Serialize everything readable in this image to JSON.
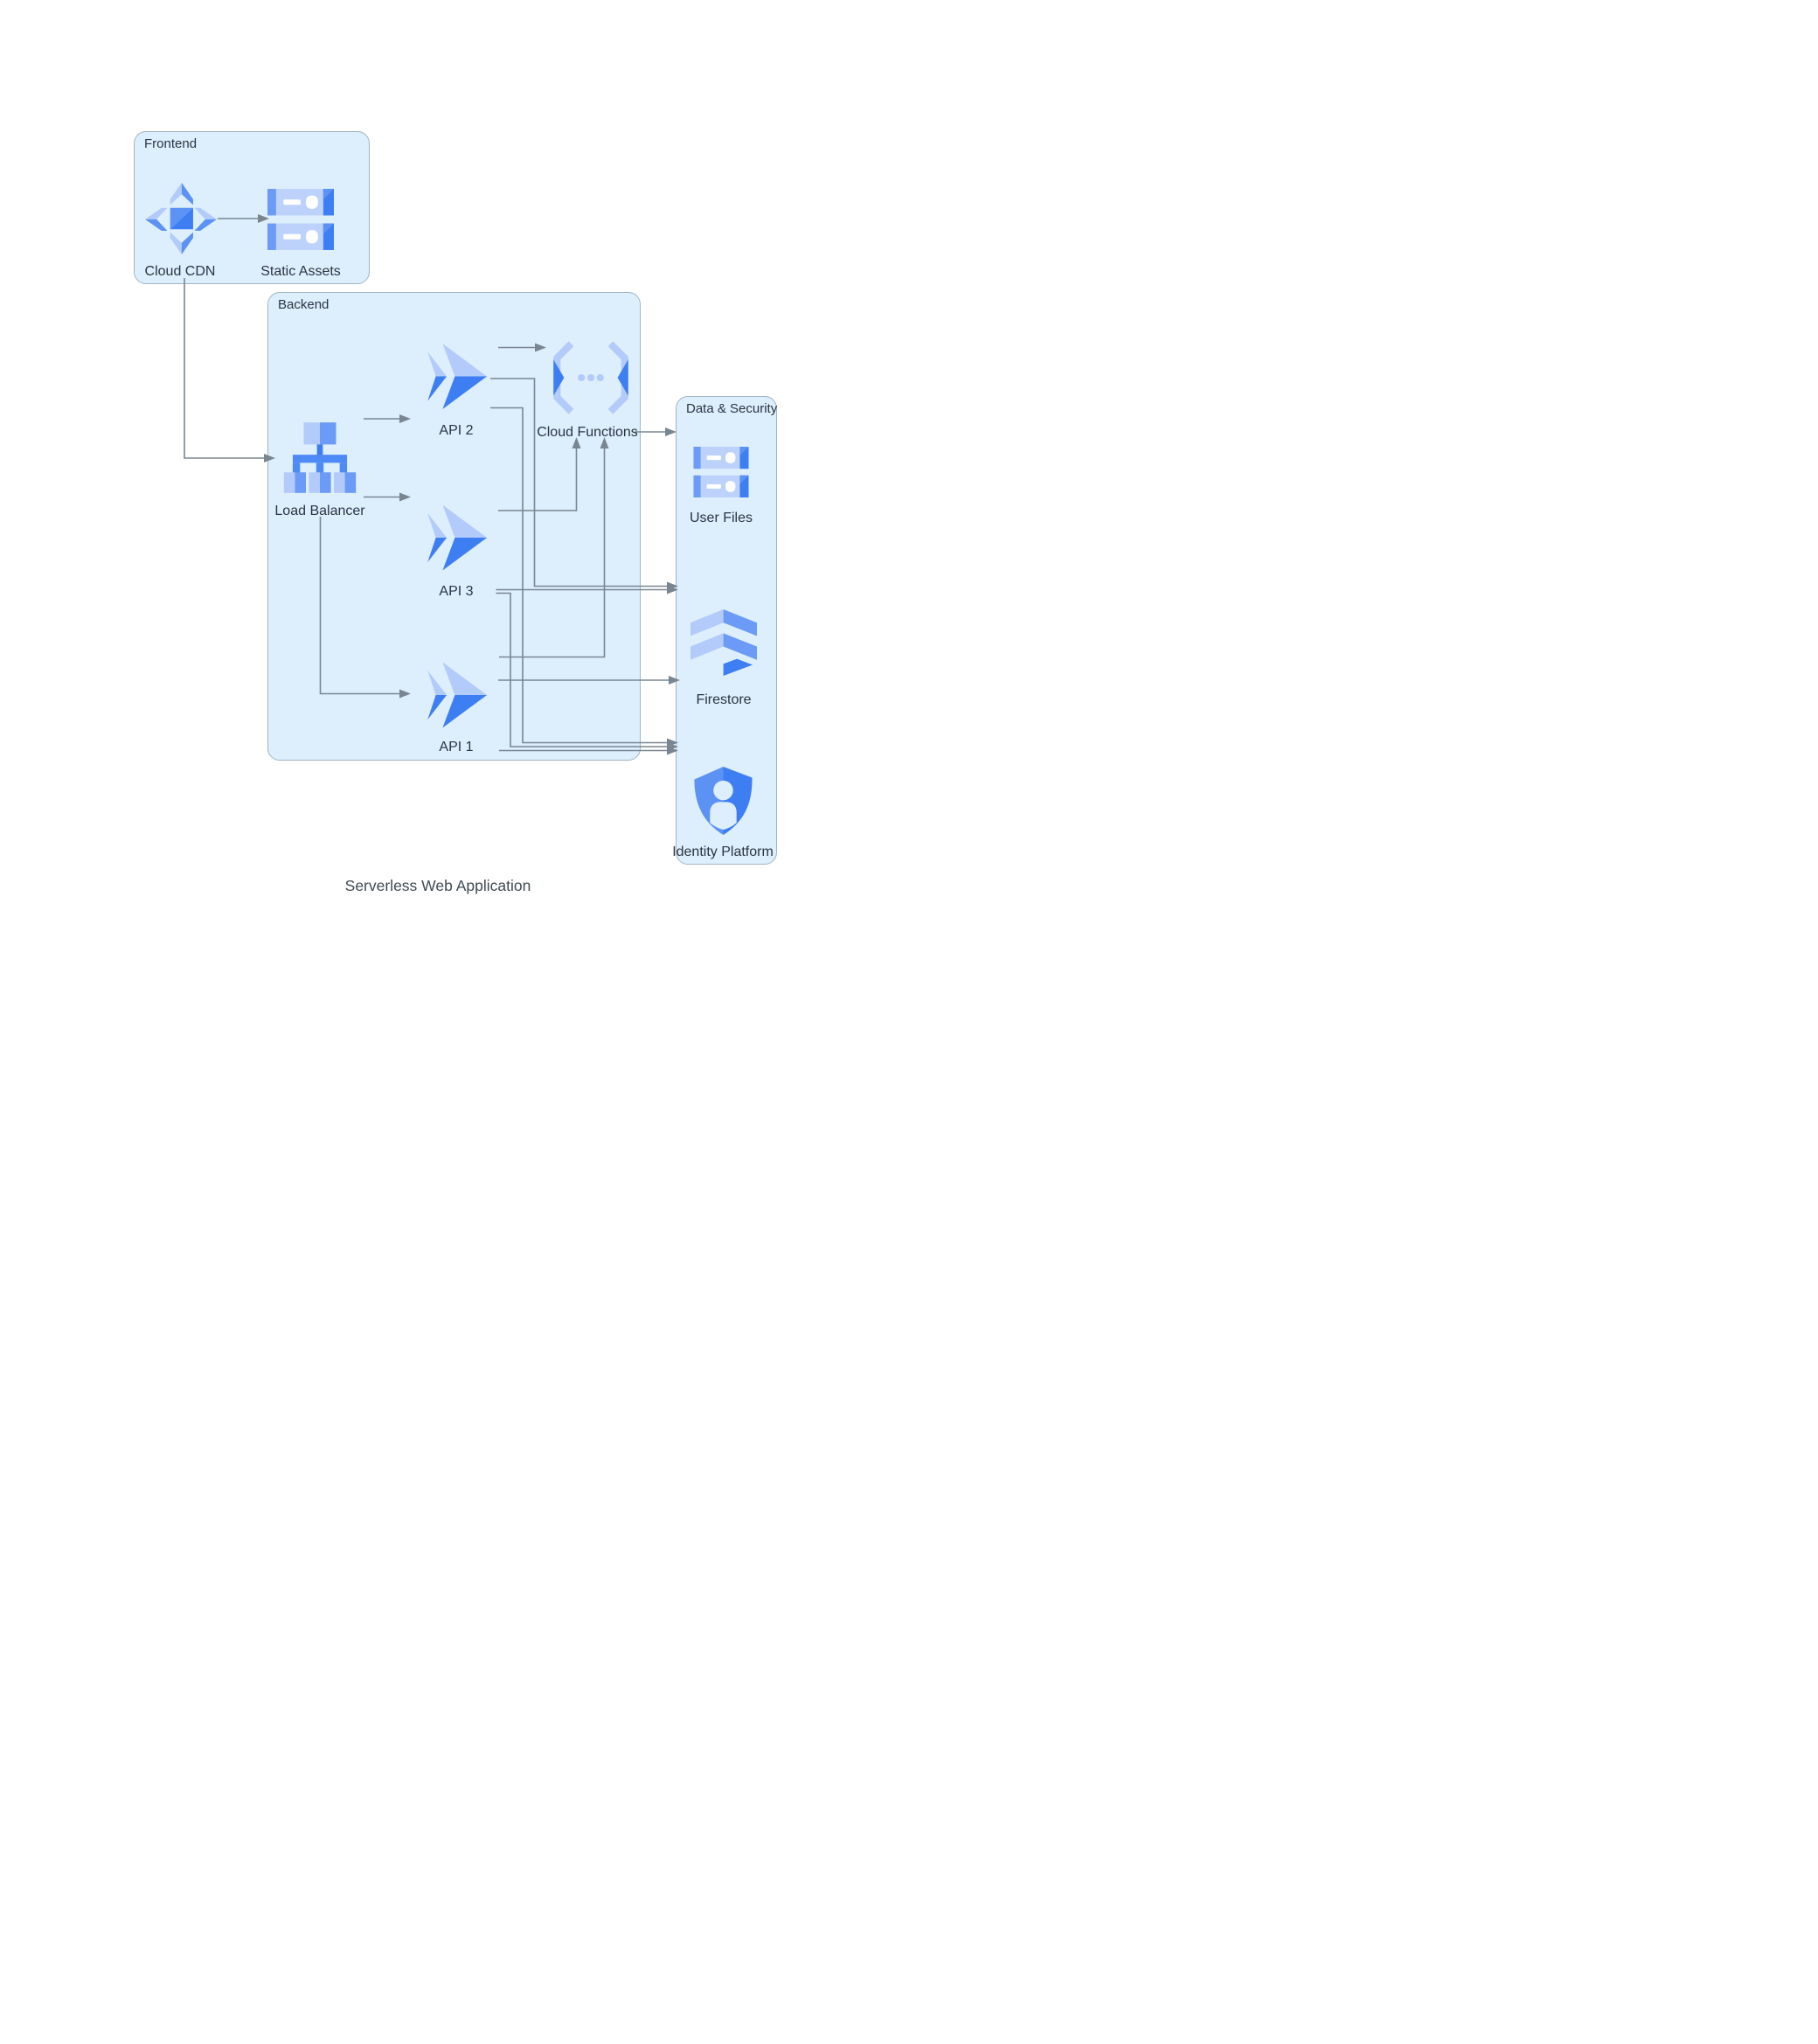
{
  "title": "Serverless Web Application",
  "zones": {
    "frontend": {
      "label": "Frontend"
    },
    "backend": {
      "label": "Backend"
    },
    "data_security": {
      "label": "Data & Security"
    }
  },
  "nodes": {
    "cloud_cdn": {
      "label": "Cloud CDN"
    },
    "static_assets": {
      "label": "Static Assets"
    },
    "load_balancer": {
      "label": "Load Balancer"
    },
    "api_2": {
      "label": "API 2"
    },
    "api_3": {
      "label": "API 3"
    },
    "api_1": {
      "label": "API 1"
    },
    "cloud_functions": {
      "label": "Cloud Functions"
    },
    "user_files": {
      "label": "User Files"
    },
    "firestore": {
      "label": "Firestore"
    },
    "identity_platform": {
      "label": "Identity Platform"
    }
  },
  "edges": [
    {
      "from": "Cloud CDN",
      "to": "Static Assets"
    },
    {
      "from": "Cloud CDN",
      "to": "Load Balancer"
    },
    {
      "from": "Load Balancer",
      "to": "API 2"
    },
    {
      "from": "Load Balancer",
      "to": "API 3"
    },
    {
      "from": "Load Balancer",
      "to": "API 1"
    },
    {
      "from": "API 2",
      "to": "Cloud Functions"
    },
    {
      "from": "API 3",
      "to": "Cloud Functions"
    },
    {
      "from": "API 1",
      "to": "Cloud Functions"
    },
    {
      "from": "Cloud Functions",
      "to": "User Files"
    },
    {
      "from": "API 2",
      "to": "Firestore"
    },
    {
      "from": "API 3",
      "to": "Firestore"
    },
    {
      "from": "API 1",
      "to": "Firestore"
    },
    {
      "from": "API 2",
      "to": "Identity Platform"
    },
    {
      "from": "API 3",
      "to": "Identity Platform"
    },
    {
      "from": "API 1",
      "to": "Identity Platform"
    }
  ],
  "colors": {
    "zone_fill": "#ddeefc",
    "zone_border": "#a0b4c2",
    "connector": "#798691",
    "label_text": "#2b3540",
    "title_text": "#3f4b52",
    "icon_light": "#b2cbfa",
    "icon_mid": "#6b9bf6",
    "icon_mid2": "#5b92f4",
    "icon_blue": "#3d7ef2",
    "icon_face": "#bdd2fb",
    "icon_bar": "#4e8af5",
    "icon_white": "#ffffff"
  }
}
